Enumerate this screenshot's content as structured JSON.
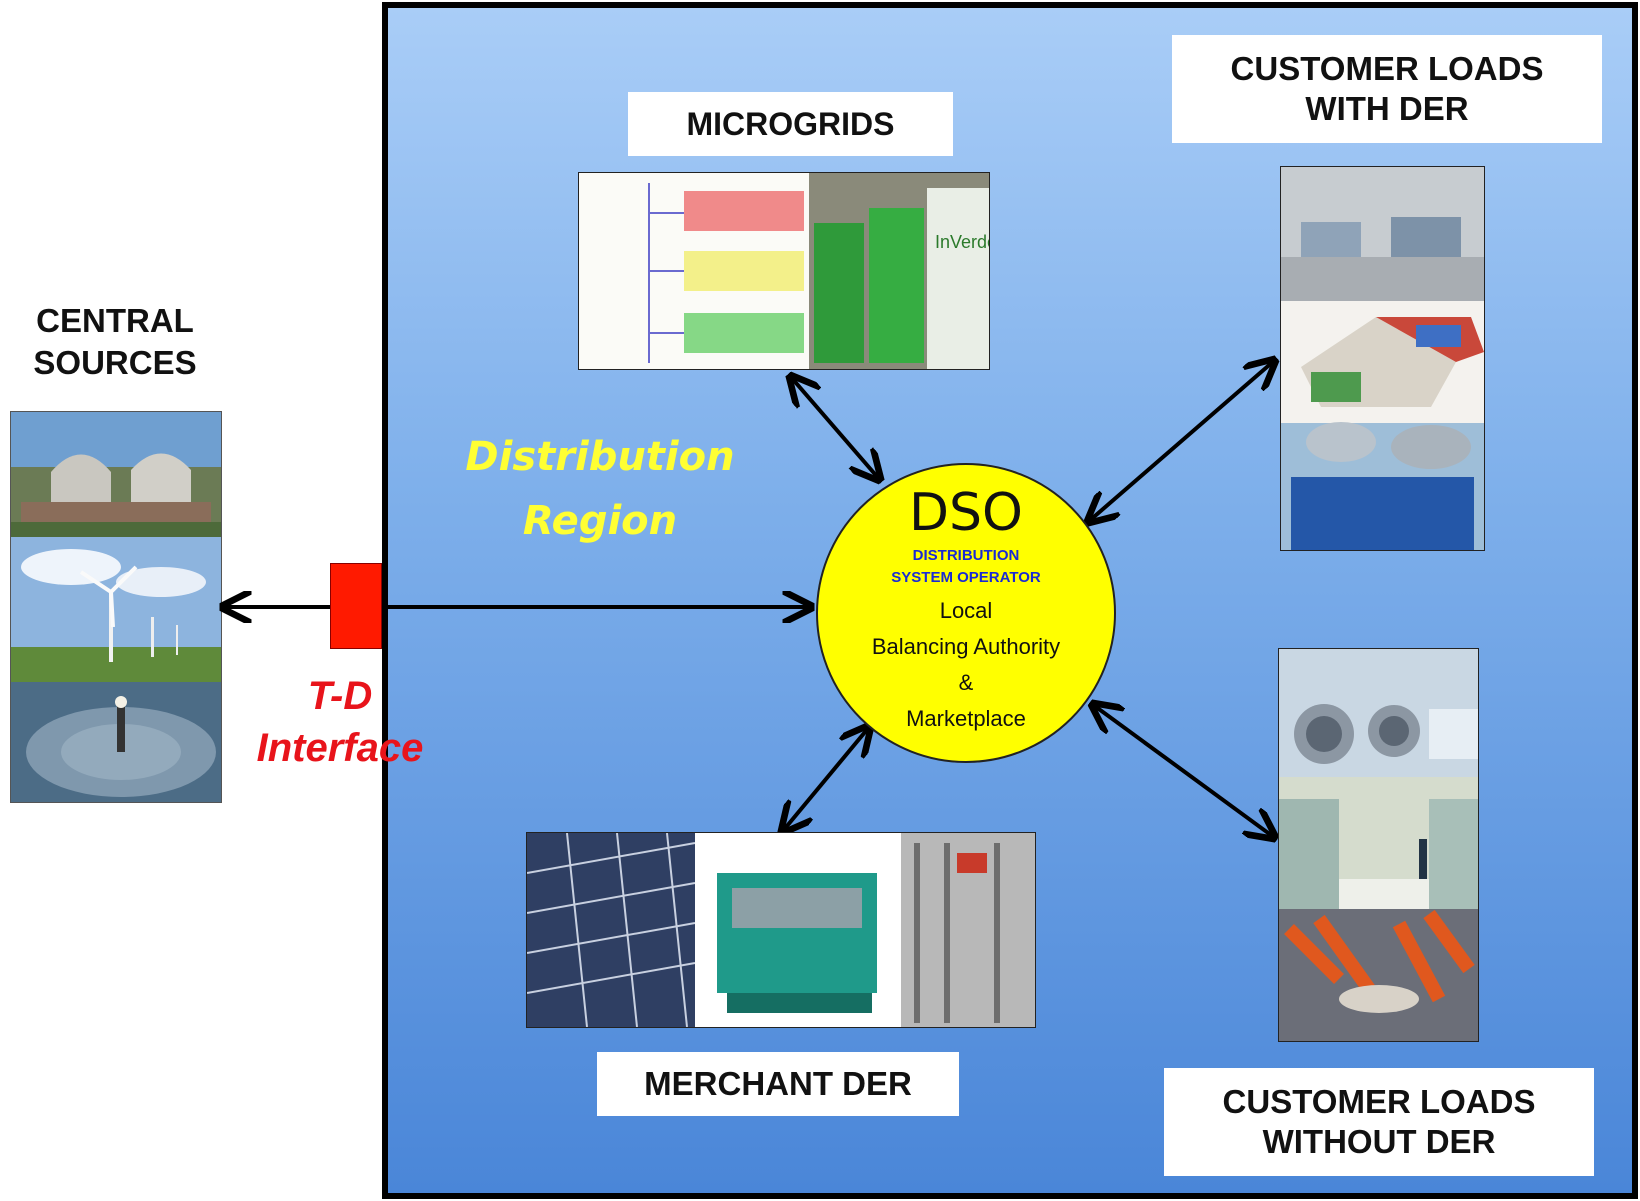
{
  "central_sources": {
    "label": "CENTRAL\nSOURCES",
    "photos": [
      "nuclear-plant-photo",
      "wind-turbine-photo",
      "solar-tower-photo"
    ]
  },
  "td_interface": {
    "label": "T-D\nInterface"
  },
  "distribution_region": {
    "label": "Distribution\nRegion"
  },
  "dso": {
    "title": "DSO",
    "subtitle": "DISTRIBUTION\nSYSTEM OPERATOR",
    "description": "Local\nBalancing  Authority\n&\nMarketplace"
  },
  "microgrids": {
    "label": "MICROGRIDS",
    "photo_text": "InVerde"
  },
  "customer_loads_with_der": {
    "label": "CUSTOMER LOADS\nWITH DER"
  },
  "customer_loads_without_der": {
    "label": "CUSTOMER LOADS\nWITHOUT DER"
  },
  "merchant_der": {
    "label": "MERCHANT  DER"
  },
  "colors": {
    "region_top": "#a9cdf7",
    "region_bottom": "#4a86d8",
    "dso_fill": "#ffff00",
    "td_red": "#ff1a00",
    "distribution_yellow": "#ffff33",
    "dso_subtitle_blue": "#1a2ad4"
  }
}
